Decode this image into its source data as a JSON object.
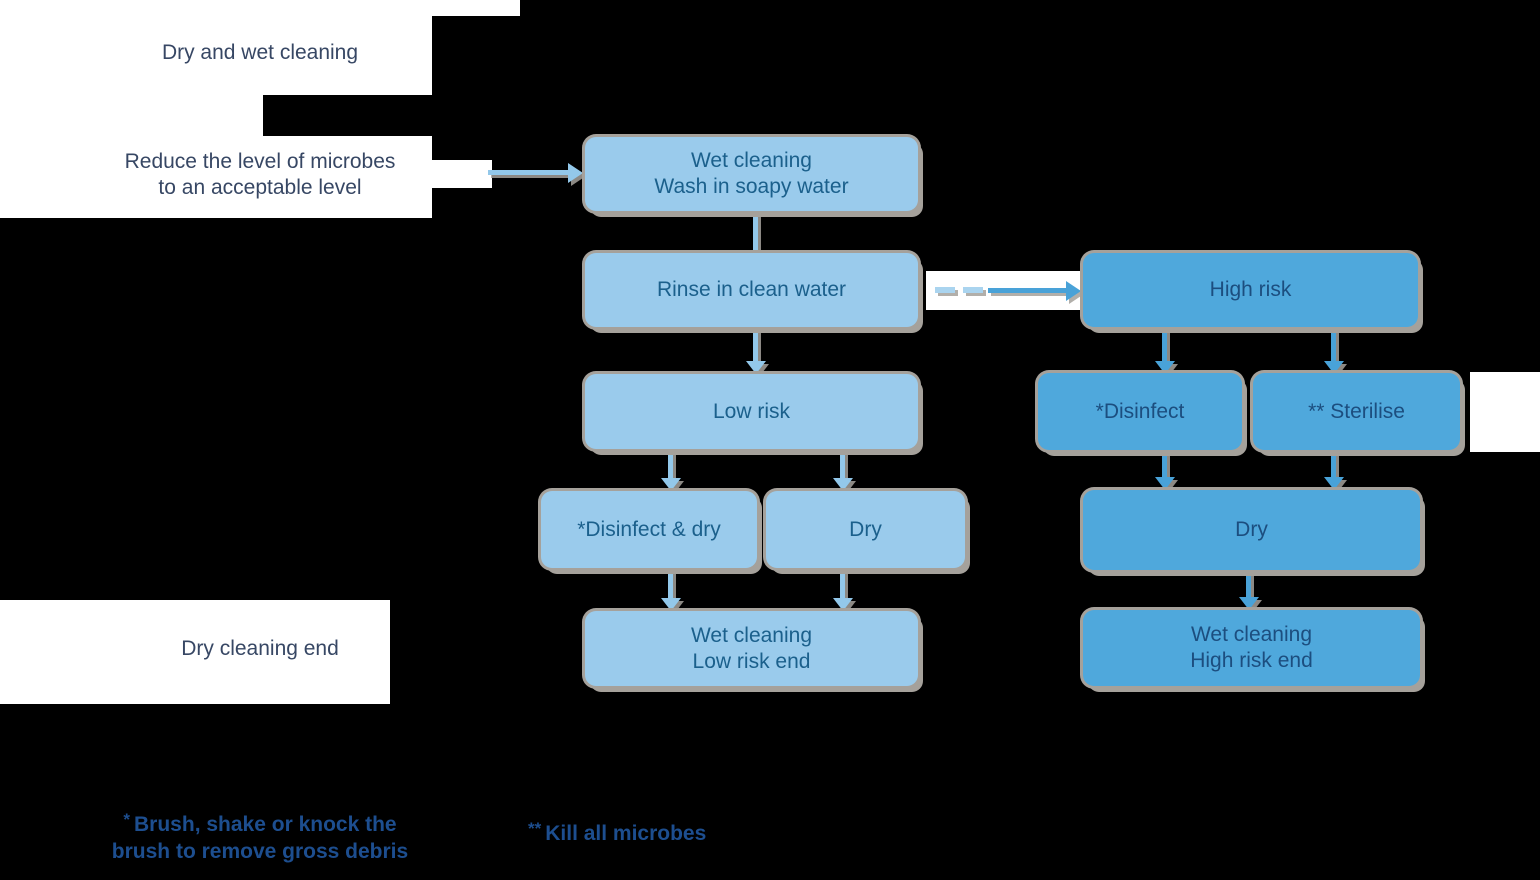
{
  "palette": {
    "bg": "#000000",
    "panel": "#ffffff",
    "box_light": "#9acbec",
    "box_dark": "#4fa8dc",
    "text_light_box": "#1b608c",
    "text_dark_box": "#1c4e7f",
    "label_text": "#374764",
    "footnote_text": "#1d4e8f",
    "shadow": "#a5a19b",
    "conn_light": "#93c8ea",
    "conn_dark": "#49a2d8",
    "conn_dash": "#aad4ef"
  },
  "labels": {
    "title": "Dry and wet cleaning",
    "reduce": "Reduce the level of microbes\nto an acceptable level",
    "dry_end": "Dry cleaning end"
  },
  "nodes": {
    "wet_cleaning": "Wet cleaning\nWash in soapy water",
    "rinse": "Rinse in clean water",
    "low_risk": "Low risk",
    "disinfect_dry": "*Disinfect & dry",
    "dry_low": "Dry",
    "low_risk_end": "Wet cleaning\nLow risk end",
    "high_risk": "High risk",
    "disinfect": "*Disinfect",
    "sterilise": "** Sterilise",
    "dry_high": "Dry",
    "high_risk_end": "Wet cleaning\nHigh risk end"
  },
  "footnotes": [
    {
      "marker": "*",
      "text": "Brush, shake or knock the\nbrush to remove gross debris"
    },
    {
      "marker": "**",
      "text": "Kill all microbes"
    }
  ]
}
